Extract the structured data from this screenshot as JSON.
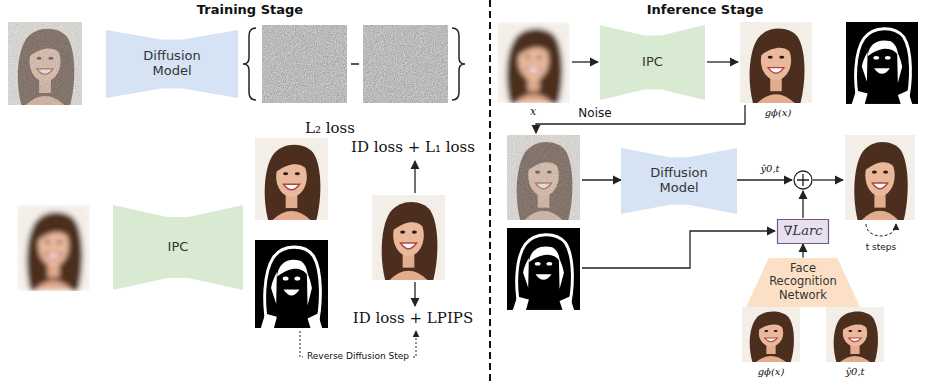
{
  "diagram": {
    "nodes": [
      {
        "text": [
          "Diffusion Model"
        ]
      },
      {
        "text": [
          "IPC"
        ]
      },
      {
        "text": [
          "IPC"
        ]
      },
      {
        "text": [
          "Diffusion Model"
        ]
      },
      {
        "text": [
          "∇Larc"
        ]
      },
      {
        "text": [
          "Face Recognition Network"
        ]
      }
    ],
    "edges": [
      {
        "from": 5,
        "to": 4,
        "arrow": "to"
      }
    ],
    "labels": [
      "Training Stage",
      "Inference Stage",
      "L₂ loss",
      "ID loss + L₁ loss",
      "ID loss + LPIPS",
      "Reverse Diffusion Step",
      "x",
      "gϕ(x)",
      "Noise",
      "ŷ0,t",
      "t steps",
      "gϕ(x)",
      "ŷ0,t"
    ]
  }
}
